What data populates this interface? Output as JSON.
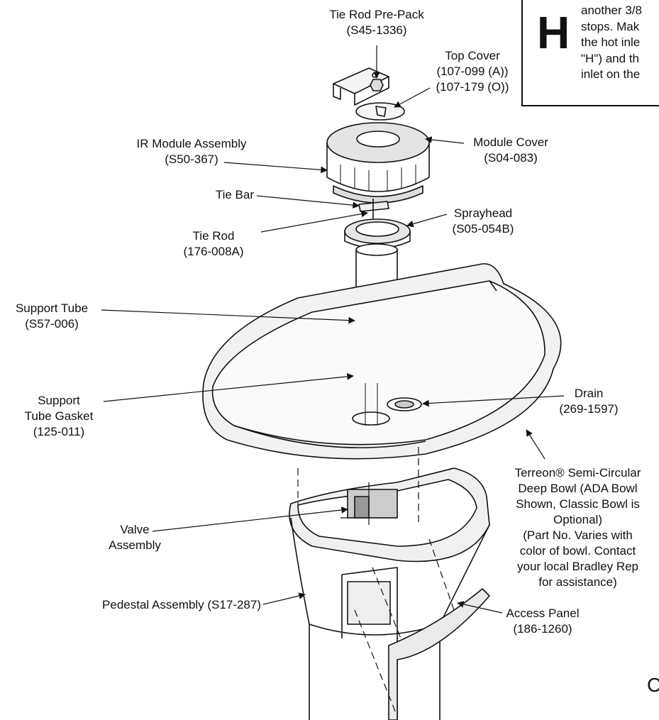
{
  "note": {
    "letter": "H",
    "lines": [
      "another 3/8",
      "stops. Mak",
      "the hot inle",
      "\"H\") and th",
      "inlet on the"
    ]
  },
  "labels": {
    "tie_rod_prepack": [
      "Tie Rod Pre-Pack",
      "(S45-1336)"
    ],
    "top_cover": [
      "Top Cover",
      "(107-099 (A))",
      "(107-179 (O))"
    ],
    "ir_module": [
      "IR Module Assembly",
      "(S50-367)"
    ],
    "module_cover": [
      "Module Cover",
      "(S04-083)"
    ],
    "tie_bar": [
      "Tie Bar"
    ],
    "sprayhead": [
      "Sprayhead",
      "(S05-054B)"
    ],
    "tie_rod": [
      "Tie Rod",
      "(176-008A)"
    ],
    "support_tube": [
      "Support Tube",
      "(S57-006)"
    ],
    "support_tube_gasket": [
      "Support",
      "Tube Gasket",
      "(125-011)"
    ],
    "drain": [
      "Drain",
      "(269-1597)"
    ],
    "bowl": [
      "Terreon® Semi-Circular",
      "Deep Bowl (ADA Bowl",
      "Shown, Classic Bowl is",
      "Optional)",
      "(Part No. Varies with",
      "color of bowl. Contact",
      "your local Bradley Rep",
      "for assistance)"
    ],
    "valve_assembly": [
      "Valve",
      "Assembly"
    ],
    "pedestal": [
      "Pedestal Assembly (S17-287)"
    ],
    "access_panel": [
      "Access Panel",
      "(186-1260)"
    ]
  },
  "edge_glyph": "C"
}
